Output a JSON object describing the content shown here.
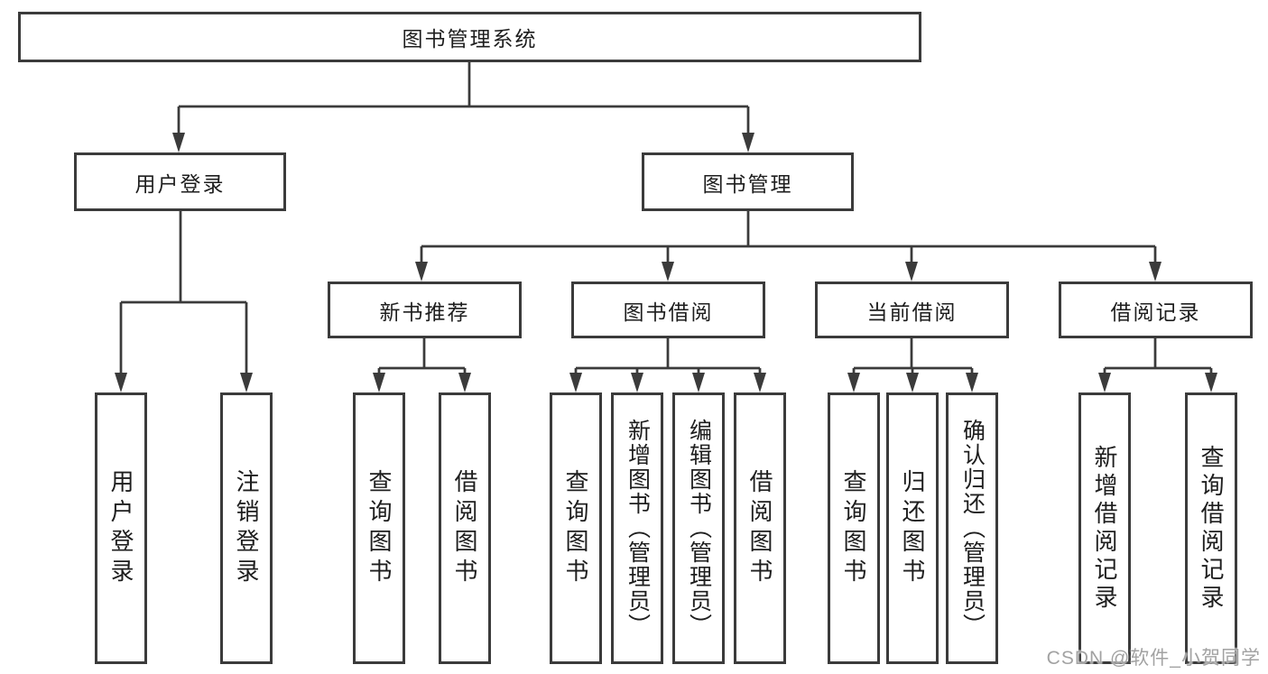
{
  "root": {
    "label": "图书管理系统"
  },
  "branches": [
    {
      "label": "用户登录",
      "children": [
        "用户登录",
        "注销登录"
      ]
    },
    {
      "label": "图书管理",
      "sections": [
        {
          "label": "新书推荐",
          "children": [
            "查询图书",
            "借阅图书"
          ]
        },
        {
          "label": "图书借阅",
          "children": [
            "查询图书",
            "新增图书（管理员）",
            "编辑图书（管理员）",
            "借阅图书"
          ]
        },
        {
          "label": "当前借阅",
          "children": [
            "查询图书",
            "归还图书",
            "确认归还（管理员）"
          ]
        },
        {
          "label": "借阅记录",
          "children": [
            "新增借阅记录",
            "查询借阅记录"
          ]
        }
      ]
    }
  ],
  "watermark": "CSDN @软件_小贺同学",
  "colors": {
    "line": "#3b3b3b",
    "text": "#1e1e1e",
    "watermark": "#a2a2a2",
    "bg": "#ffffff"
  }
}
